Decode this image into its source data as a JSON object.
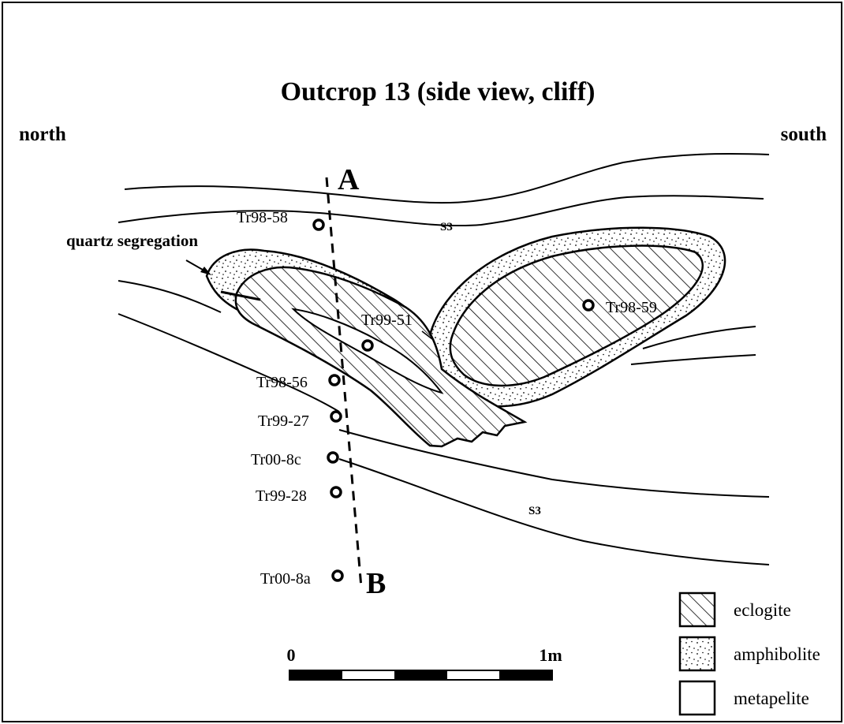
{
  "title": "Outcrop 13 (side view, cliff)",
  "direction_left": "north",
  "direction_right": "south",
  "section_start": "A",
  "section_end": "B",
  "foliation_labels": [
    "S3",
    "S3"
  ],
  "annotation_quartz": "quartz segregation",
  "samples": [
    "Tr98-58",
    "Tr99-51",
    "Tr98-59",
    "Tr98-56",
    "Tr99-27",
    "Tr00-8c",
    "Tr99-28",
    "Tr00-8a"
  ],
  "scale": {
    "start_label": "0",
    "end_label": "1m"
  },
  "legend": [
    {
      "label": "eclogite",
      "pattern": "diagonal-hatch"
    },
    {
      "label": "amphibolite",
      "pattern": "stipple"
    },
    {
      "label": "metapelite",
      "pattern": "blank"
    }
  ],
  "colors": {
    "ink": "#000000",
    "paper": "#ffffff"
  }
}
